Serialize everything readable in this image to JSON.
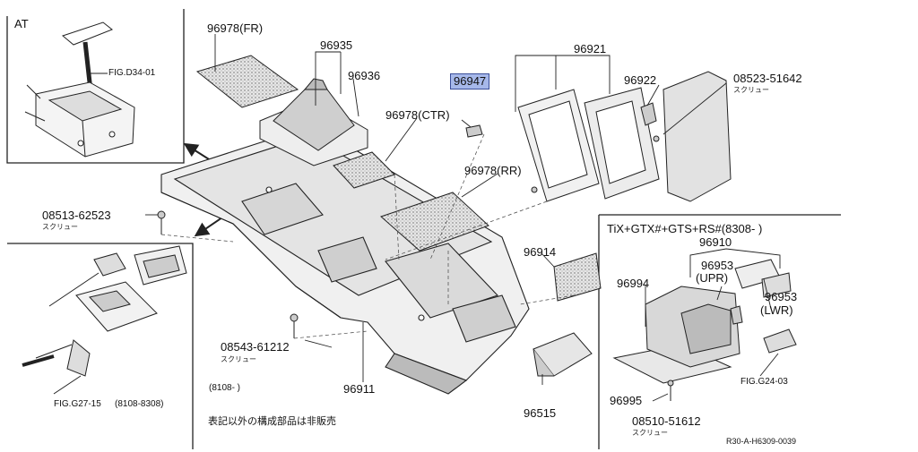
{
  "insets": {
    "at": {
      "title": "AT",
      "fig_ref": "FIG.D34-01"
    },
    "lower_left": {
      "fig_ref": "FIG.G27-15",
      "date_range": "(8108-8308)"
    },
    "grade": {
      "title": "TiX+GTX#+GTS+RS#(8308-  )",
      "assembly_part": "96910",
      "parts": {
        "upr_part": "96953",
        "upr_tag": "(UPR)",
        "lwr_part": "96953",
        "lwr_tag": "(LWR)",
        "part_96994": "96994",
        "part_96995": "96995",
        "screw_part": "08510-51612",
        "screw_sub": "スクリュー",
        "fig_ref": "FIG.G24-03"
      }
    }
  },
  "callouts": {
    "p96978_fr": "96978(FR)",
    "p96935": "96935",
    "p96936": "96936",
    "p96978_ctr": "96978(CTR)",
    "p96947": "96947",
    "p96921": "96921",
    "p96922": "96922",
    "p08523": "08523-51642",
    "p08523_sub": "スクリュー",
    "p96978_rr": "96978(RR)",
    "p08513": "08513-62523",
    "p08513_sub": "スクリュー",
    "p96914": "96914",
    "p08543": "08543-61212",
    "p08543_sub": "スクリュー",
    "p08543_date": "(8108-       )",
    "p96911": "96911",
    "p96515": "96515"
  },
  "footer": {
    "note": "表記以外の構成部品は非販売",
    "code": "R30-A-H6309-0039"
  },
  "colors": {
    "line": "#222222",
    "highlight_fill": "#a6b8ea",
    "highlight_border": "#3b4f9a"
  }
}
